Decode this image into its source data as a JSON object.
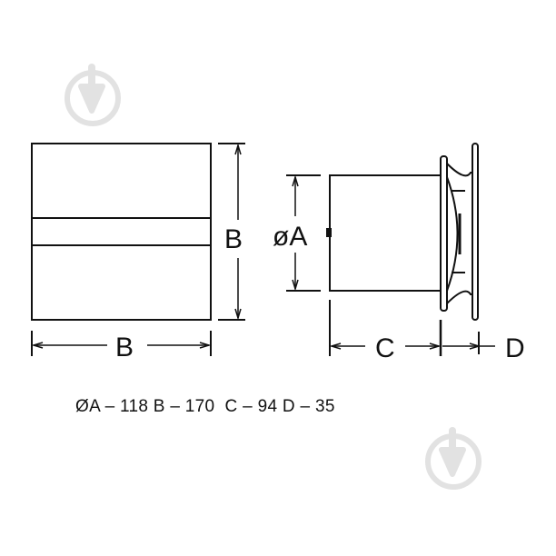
{
  "front_view": {
    "width_label": "B",
    "height_label": "B"
  },
  "side_view": {
    "diameter_label": "øA",
    "depth_label": "C",
    "flange_label": "D"
  },
  "specifications": "ØA – 118 B – 170  C – 94 D – 35",
  "watermark_icon": "download-arrow-circle-icon",
  "colors": {
    "line": "#111111",
    "watermark": "#e0e0e0"
  }
}
